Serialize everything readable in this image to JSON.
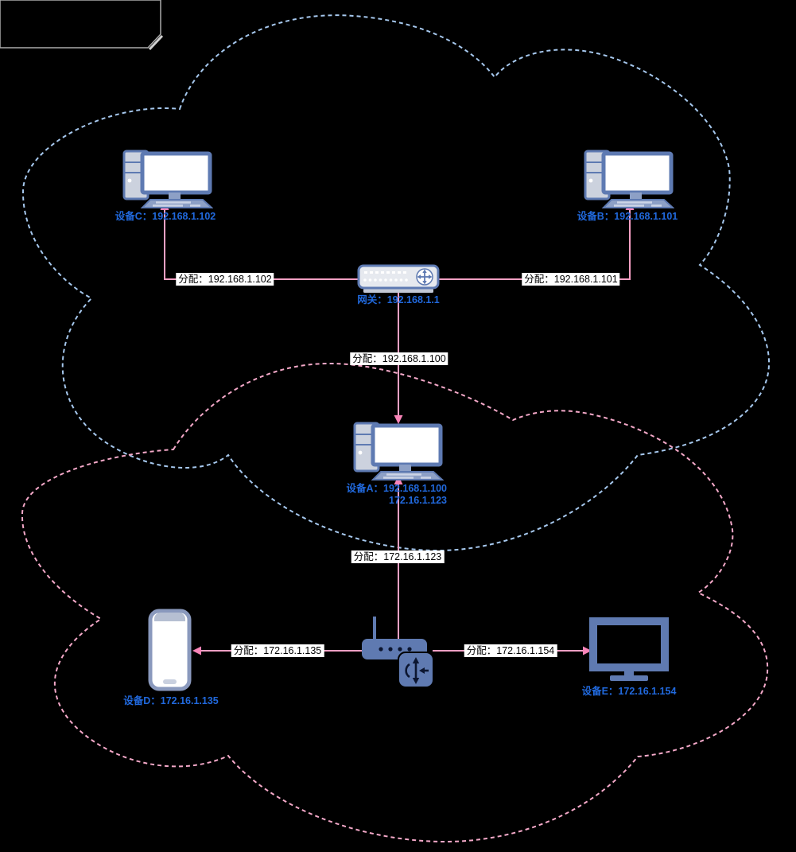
{
  "clouds": {
    "network1_color": "#a6c8ee",
    "network2_color": "#f5a9c9"
  },
  "colors": {
    "background": "#000000",
    "edge_line": "#f9a0c4",
    "arrow": "#f884b8",
    "node_label": "#2169dd",
    "icon_outline": "#5e7ab2",
    "icon_solid": "#5f7ab1",
    "edge_label_bg": "#ffffff",
    "edge_label_text": "#000000"
  },
  "nodes": {
    "device_c": {
      "label": "设备C：192.168.1.102",
      "icon": "desktop-computer"
    },
    "device_b": {
      "label": "设备B：192.168.1.101",
      "icon": "desktop-computer"
    },
    "gateway": {
      "label": "网关：192.168.1.1",
      "icon": "network-switch"
    },
    "device_a": {
      "label": "设备A：192.168.1.100",
      "label2": "172.16.1.123",
      "icon": "desktop-computer"
    },
    "router": {
      "icon": "wireless-router"
    },
    "device_d": {
      "label": "设备D：172.16.1.135",
      "icon": "smartphone"
    },
    "device_e": {
      "label": "设备E：172.16.1.154",
      "icon": "tv-monitor"
    }
  },
  "edges": {
    "gateway_to_c": {
      "label": "分配：192.168.1.102"
    },
    "gateway_to_b": {
      "label": "分配：192.168.1.101"
    },
    "gateway_to_a": {
      "label": "分配：192.168.1.100"
    },
    "a_to_router": {
      "label": "分配：172.16.1.123"
    },
    "router_to_d": {
      "label": "分配：172.16.1.135"
    },
    "router_to_e": {
      "label": "分配：172.16.1.154"
    }
  }
}
